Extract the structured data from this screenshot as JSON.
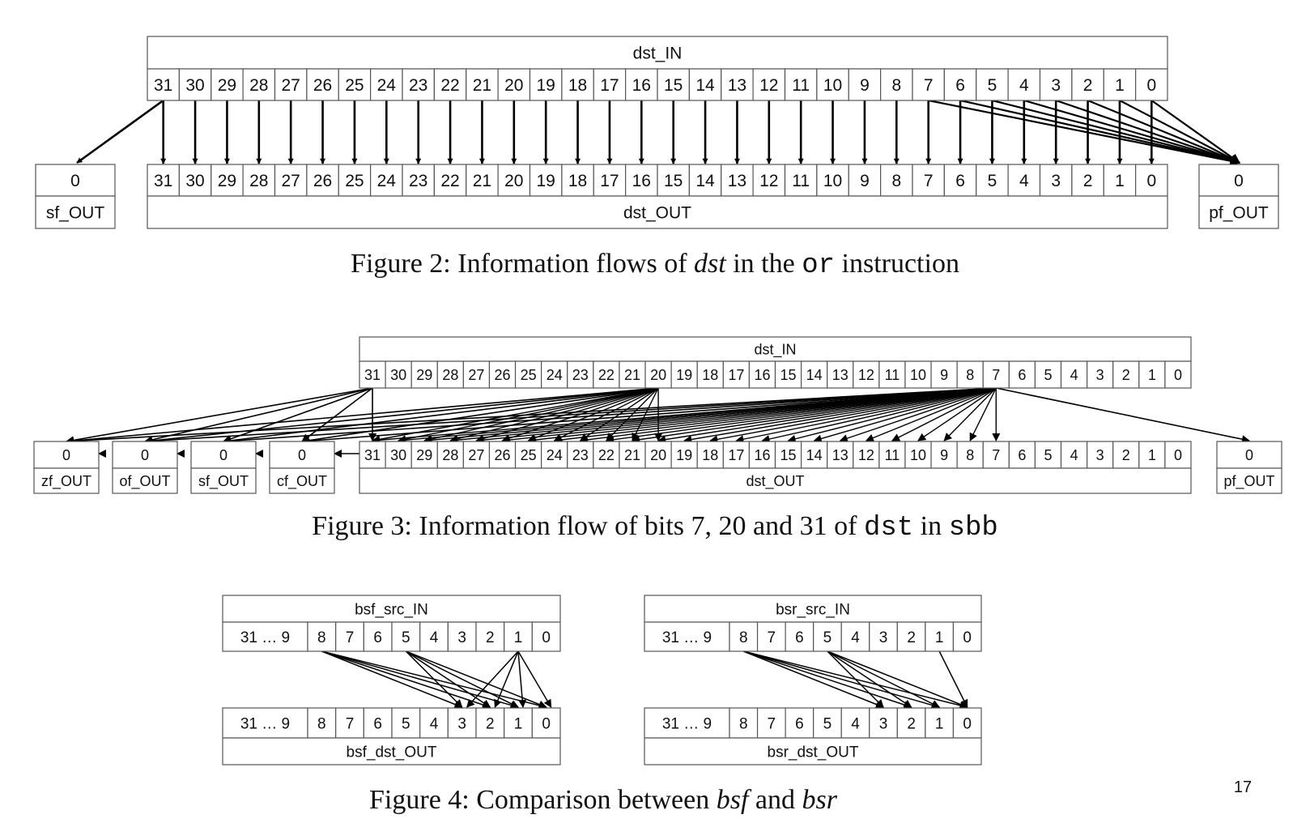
{
  "figure2": {
    "in_label": "dst_IN",
    "out_label": "dst_OUT",
    "bits": [
      "31",
      "30",
      "29",
      "28",
      "27",
      "26",
      "25",
      "24",
      "23",
      "22",
      "21",
      "20",
      "19",
      "18",
      "17",
      "16",
      "15",
      "14",
      "13",
      "12",
      "11",
      "10",
      "9",
      "8",
      "7",
      "6",
      "5",
      "4",
      "3",
      "2",
      "1",
      "0"
    ],
    "flags": [
      {
        "value": "0",
        "label": "sf_OUT"
      },
      {
        "value": "0",
        "label": "pf_OUT"
      }
    ],
    "caption": {
      "prefix": "Figure 2: Information flows of ",
      "var": "dst",
      "mid": " in the ",
      "code": "or",
      "suffix": " instruction"
    }
  },
  "figure3": {
    "in_label": "dst_IN",
    "out_label": "dst_OUT",
    "bits": [
      "31",
      "30",
      "29",
      "28",
      "27",
      "26",
      "25",
      "24",
      "23",
      "22",
      "21",
      "20",
      "19",
      "18",
      "17",
      "16",
      "15",
      "14",
      "13",
      "12",
      "11",
      "10",
      "9",
      "8",
      "7",
      "6",
      "5",
      "4",
      "3",
      "2",
      "1",
      "0"
    ],
    "flags": [
      {
        "value": "0",
        "label": "zf_OUT"
      },
      {
        "value": "0",
        "label": "of_OUT"
      },
      {
        "value": "0",
        "label": "sf_OUT"
      },
      {
        "value": "0",
        "label": "cf_OUT"
      },
      {
        "value": "0",
        "label": "pf_OUT"
      }
    ],
    "caption": {
      "prefix": "Figure 3: Information flow of bits 7, 20 and 31 of ",
      "code1": "dst",
      "mid": " in ",
      "code2": "sbb"
    }
  },
  "figure4": {
    "bsf": {
      "in_label": "bsf_src_IN",
      "out_label": "bsf_dst_OUT",
      "cells": [
        "31 … 9",
        "8",
        "7",
        "6",
        "5",
        "4",
        "3",
        "2",
        "1",
        "0"
      ]
    },
    "bsr": {
      "in_label": "bsr_src_IN",
      "out_label": "bsr_dst_OUT",
      "cells": [
        "31 … 9",
        "8",
        "7",
        "6",
        "5",
        "4",
        "3",
        "2",
        "1",
        "0"
      ]
    },
    "caption": {
      "prefix": "Figure 4: Comparison between ",
      "v1": "bsf",
      "mid": " and ",
      "v2": "bsr"
    }
  },
  "page_number": "17"
}
